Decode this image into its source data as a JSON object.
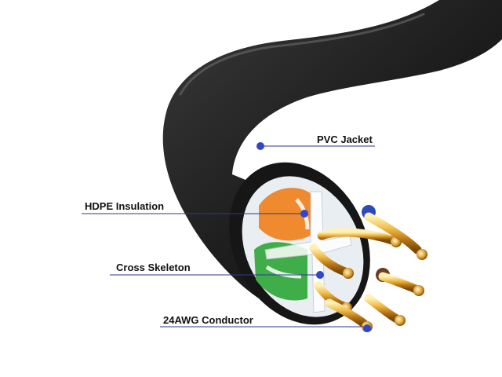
{
  "labels": {
    "jacket": "PVC Jacket",
    "insulation": "HDPE Insulation",
    "skeleton": "Cross Skeleton",
    "conductor": "24AWG Conductor"
  },
  "colors": {
    "cable_jacket": "#1c1c1c",
    "callout_line": "#2b3a8f",
    "callout_dot": "#2f47c8",
    "gold_conductor": "#d39a2c",
    "pair_orange": "#ef8a2e",
    "pair_green": "#3fae49",
    "pair_blue": "#2c4bb8",
    "pair_brown": "#6b3e1e"
  }
}
